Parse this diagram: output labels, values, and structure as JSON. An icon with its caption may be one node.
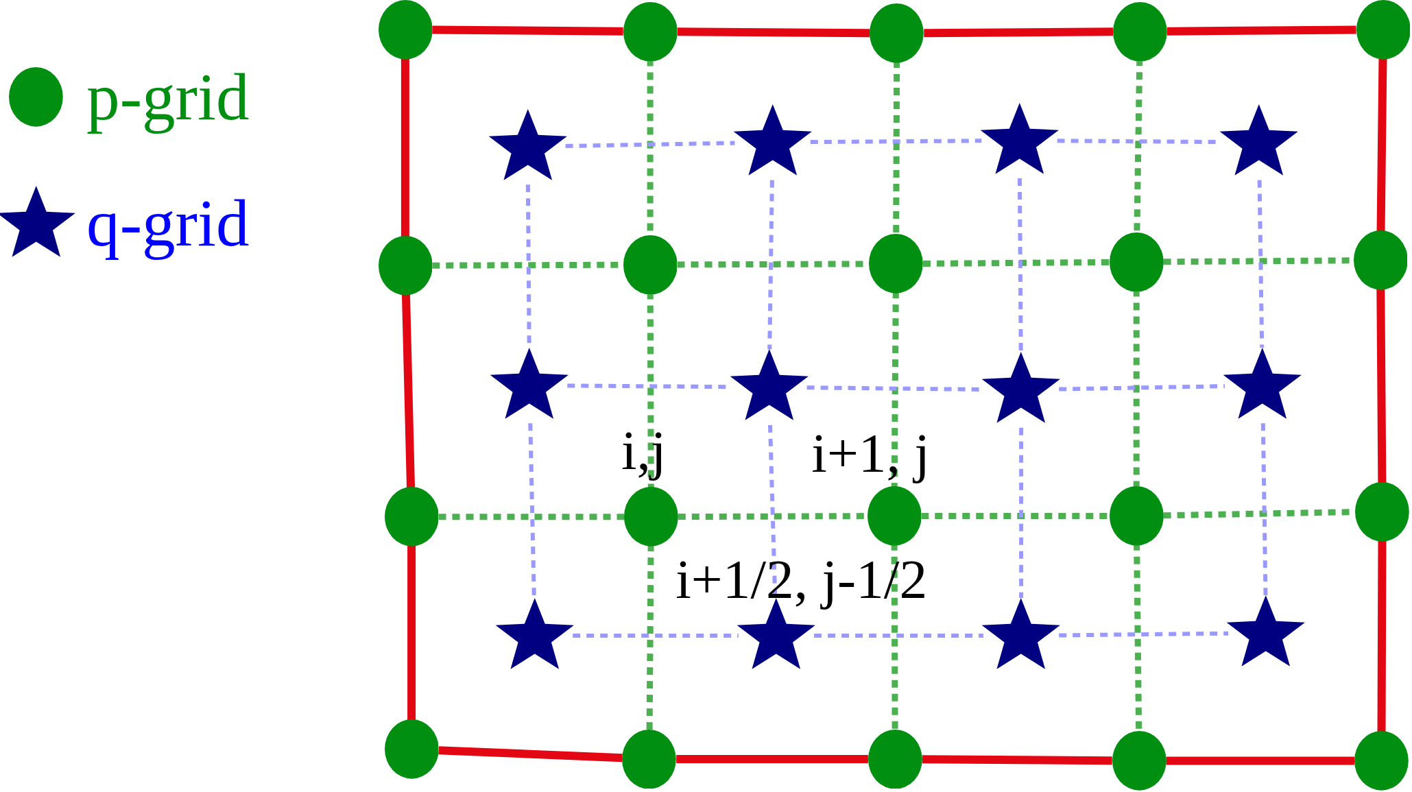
{
  "diagram": {
    "nodes": [
      {
        "text": [],
        "shape": "circle"
      },
      {
        "text": [],
        "shape": "circle"
      },
      {
        "text": [],
        "shape": "circle"
      },
      {
        "text": [],
        "shape": "circle"
      },
      {
        "text": [],
        "shape": "circle"
      },
      {
        "text": [],
        "shape": "star"
      },
      {
        "text": [],
        "shape": "star"
      },
      {
        "text": [],
        "shape": "star"
      },
      {
        "text": [],
        "shape": "star"
      },
      {
        "text": [],
        "shape": "circle"
      },
      {
        "text": [],
        "shape": "circle"
      },
      {
        "text": [],
        "shape": "circle"
      },
      {
        "text": [],
        "shape": "circle"
      },
      {
        "text": [],
        "shape": "circle"
      },
      {
        "text": [],
        "shape": "star"
      },
      {
        "text": [],
        "shape": "star"
      },
      {
        "text": [],
        "shape": "star"
      },
      {
        "text": [],
        "shape": "star"
      },
      {
        "text": [],
        "shape": "circle"
      },
      {
        "text": [],
        "shape": "circle"
      },
      {
        "text": [],
        "shape": "circle"
      },
      {
        "text": [],
        "shape": "circle"
      },
      {
        "text": [],
        "shape": "circle"
      },
      {
        "text": [],
        "shape": "star"
      },
      {
        "text": [],
        "shape": "star"
      },
      {
        "text": [],
        "shape": "star"
      },
      {
        "text": [],
        "shape": "star"
      },
      {
        "text": [],
        "shape": "circle"
      },
      {
        "text": [],
        "shape": "circle"
      },
      {
        "text": [],
        "shape": "circle"
      },
      {
        "text": [],
        "shape": "circle"
      },
      {
        "text": [],
        "shape": "circle"
      }
    ],
    "edges": [
      {
        "from": 0,
        "to": 1,
        "arrow": "none",
        "color": "#e30613"
      },
      {
        "from": 1,
        "to": 2,
        "arrow": "none",
        "color": "#e30613"
      },
      {
        "from": 2,
        "to": 3,
        "arrow": "none",
        "color": "#e30613"
      },
      {
        "from": 3,
        "to": 4,
        "arrow": "none",
        "color": "#e30613"
      },
      {
        "from": 0,
        "to": 9,
        "arrow": "none",
        "color": "#e30613"
      },
      {
        "from": 9,
        "to": 18,
        "arrow": "none",
        "color": "#e30613"
      },
      {
        "from": 18,
        "to": 27,
        "arrow": "none",
        "color": "#e30613"
      },
      {
        "from": 4,
        "to": 13,
        "arrow": "none",
        "color": "#e30613"
      },
      {
        "from": 13,
        "to": 22,
        "arrow": "none",
        "color": "#e30613"
      },
      {
        "from": 22,
        "to": 31,
        "arrow": "none",
        "color": "#e30613"
      },
      {
        "from": 27,
        "to": 28,
        "arrow": "none",
        "color": "#e30613"
      },
      {
        "from": 28,
        "to": 29,
        "arrow": "none",
        "color": "#e30613"
      },
      {
        "from": 29,
        "to": 30,
        "arrow": "none",
        "color": "#e30613"
      },
      {
        "from": 30,
        "to": 31,
        "arrow": "none",
        "color": "#e30613"
      },
      {
        "from": 1,
        "to": 10,
        "arrow": "none",
        "style": "dashed",
        "color": "#4caf50"
      },
      {
        "from": 10,
        "to": 19,
        "arrow": "none",
        "style": "dashed",
        "color": "#4caf50"
      },
      {
        "from": 19,
        "to": 28,
        "arrow": "none",
        "style": "dashed",
        "color": "#4caf50"
      },
      {
        "from": 2,
        "to": 11,
        "arrow": "none",
        "style": "dashed",
        "color": "#4caf50"
      },
      {
        "from": 11,
        "to": 20,
        "arrow": "none",
        "style": "dashed",
        "color": "#4caf50"
      },
      {
        "from": 20,
        "to": 29,
        "arrow": "none",
        "style": "dashed",
        "color": "#4caf50"
      },
      {
        "from": 3,
        "to": 12,
        "arrow": "none",
        "style": "dashed",
        "color": "#4caf50"
      },
      {
        "from": 12,
        "to": 21,
        "arrow": "none",
        "style": "dashed",
        "color": "#4caf50"
      },
      {
        "from": 21,
        "to": 30,
        "arrow": "none",
        "style": "dashed",
        "color": "#4caf50"
      },
      {
        "from": 9,
        "to": 10,
        "arrow": "none",
        "style": "dashed",
        "color": "#4caf50"
      },
      {
        "from": 10,
        "to": 11,
        "arrow": "none",
        "style": "dashed",
        "color": "#4caf50"
      },
      {
        "from": 11,
        "to": 12,
        "arrow": "none",
        "style": "dashed",
        "color": "#4caf50"
      },
      {
        "from": 12,
        "to": 13,
        "arrow": "none",
        "style": "dashed",
        "color": "#4caf50"
      },
      {
        "from": 18,
        "to": 19,
        "arrow": "none",
        "style": "dashed",
        "color": "#4caf50"
      },
      {
        "from": 19,
        "to": 20,
        "arrow": "none",
        "style": "dashed",
        "color": "#4caf50"
      },
      {
        "from": 20,
        "to": 21,
        "arrow": "none",
        "style": "dashed",
        "color": "#4caf50"
      },
      {
        "from": 21,
        "to": 22,
        "arrow": "none",
        "style": "dashed",
        "color": "#4caf50"
      },
      {
        "from": 5,
        "to": 6,
        "arrow": "none",
        "style": "dashed",
        "color": "#9999ff"
      },
      {
        "from": 6,
        "to": 7,
        "arrow": "none",
        "style": "dashed",
        "color": "#9999ff"
      },
      {
        "from": 7,
        "to": 8,
        "arrow": "none",
        "style": "dashed",
        "color": "#9999ff"
      },
      {
        "from": 14,
        "to": 15,
        "arrow": "none",
        "style": "dashed",
        "color": "#9999ff"
      },
      {
        "from": 15,
        "to": 16,
        "arrow": "none",
        "style": "dashed",
        "color": "#9999ff"
      },
      {
        "from": 16,
        "to": 17,
        "arrow": "none",
        "style": "dashed",
        "color": "#9999ff"
      },
      {
        "from": 23,
        "to": 24,
        "arrow": "none",
        "style": "dashed",
        "color": "#9999ff"
      },
      {
        "from": 24,
        "to": 25,
        "arrow": "none",
        "style": "dashed",
        "color": "#9999ff"
      },
      {
        "from": 25,
        "to": 26,
        "arrow": "none",
        "style": "dashed",
        "color": "#9999ff"
      },
      {
        "from": 5,
        "to": 14,
        "arrow": "none",
        "style": "dashed",
        "color": "#9999ff"
      },
      {
        "from": 14,
        "to": 23,
        "arrow": "none",
        "style": "dashed",
        "color": "#9999ff"
      },
      {
        "from": 6,
        "to": 15,
        "arrow": "none",
        "style": "dashed",
        "color": "#9999ff"
      },
      {
        "from": 15,
        "to": 24,
        "arrow": "none",
        "style": "dashed",
        "color": "#9999ff"
      },
      {
        "from": 7,
        "to": 16,
        "arrow": "none",
        "style": "dashed",
        "color": "#9999ff"
      },
      {
        "from": 16,
        "to": 25,
        "arrow": "none",
        "style": "dashed",
        "color": "#9999ff"
      },
      {
        "from": 8,
        "to": 17,
        "arrow": "none",
        "style": "dashed",
        "color": "#9999ff"
      },
      {
        "from": 17,
        "to": 26,
        "arrow": "none",
        "style": "dashed",
        "color": "#9999ff"
      }
    ],
    "labels": [
      "i,j",
      "i+1, j",
      "i+1/2, j-1/2"
    ],
    "legend": [
      {
        "text": "p-grid"
      },
      {
        "text": "q-grid"
      }
    ]
  }
}
